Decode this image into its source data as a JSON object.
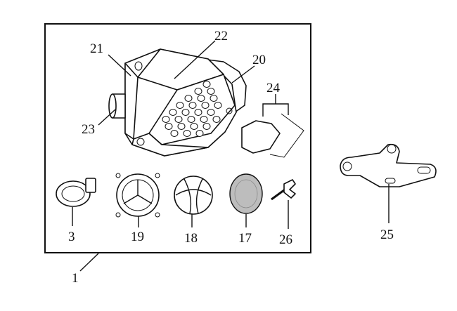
{
  "callouts": {
    "c1": "1",
    "c3": "3",
    "c17": "17",
    "c18": "18",
    "c19": "19",
    "c20": "20",
    "c21": "21",
    "c22": "22",
    "c23": "23",
    "c24": "24",
    "c25": "25",
    "c26": "26"
  },
  "colors": {
    "ink": "#111111",
    "background": "#ffffff",
    "mesh": "#bdbdbd"
  }
}
